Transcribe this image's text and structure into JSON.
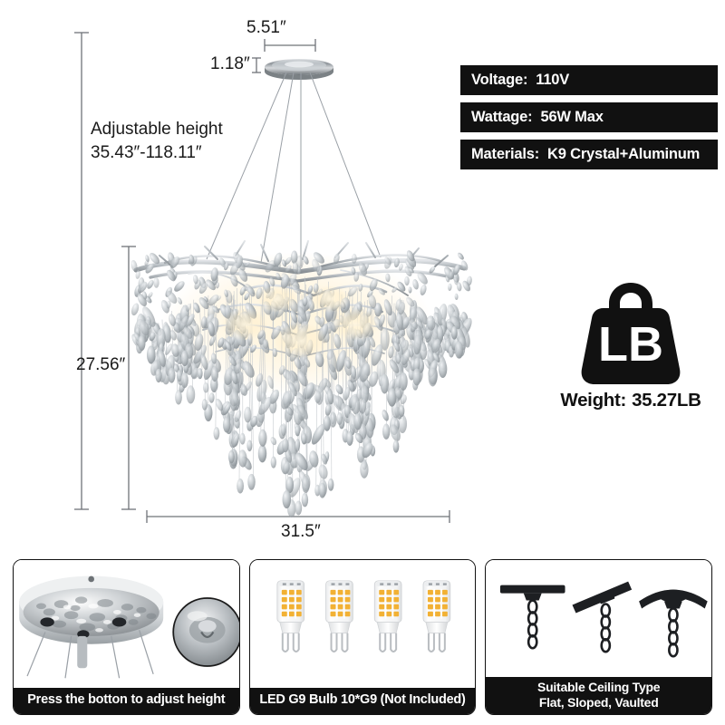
{
  "dimensions": {
    "top_width": "5.51″",
    "canopy_height": "1.18″",
    "adjustable_label": "Adjustable height",
    "adjustable_range": "35.43″-118.11″",
    "body_height": "27.56″",
    "bottom_width": "31.5″"
  },
  "specs": [
    {
      "key": "Voltage:",
      "value": "110V"
    },
    {
      "key": "Wattage:",
      "value": "56W Max"
    },
    {
      "key": "Materials:",
      "value": "K9 Crystal+Aluminum"
    }
  ],
  "weight": {
    "icon": "weight-lb-icon",
    "icon_text": "LB",
    "caption_key": "Weight:",
    "caption_value": "35.27LB"
  },
  "panels": [
    {
      "id": "canopy-adjust",
      "caption": "Press the botton to adjust height",
      "caption_lines": [
        "Press the botton to adjust height"
      ]
    },
    {
      "id": "g9-bulbs",
      "caption": "LED G9 Bulb  10*G9   (Not Included)",
      "caption_lines": [
        "LED G9 Bulb  10*G9   (Not Included)"
      ],
      "bulb_count": 4
    },
    {
      "id": "ceiling-types",
      "caption_lines": [
        "Suitable Ceiling Type",
        "Flat, Sloped, Vaulted"
      ],
      "types": [
        "Flat",
        "Sloped",
        "Vaulted"
      ]
    }
  ],
  "product": {
    "name": "branch-crystal-chandelier",
    "finish_color": "#b9bcc0",
    "crystal_color": "#c9ced3",
    "cable_color": "#9aa0a6"
  },
  "colors": {
    "bar_background": "#111111",
    "bar_text": "#ffffff",
    "dimension_line": "#6f7378",
    "page_background": "#ffffff"
  }
}
